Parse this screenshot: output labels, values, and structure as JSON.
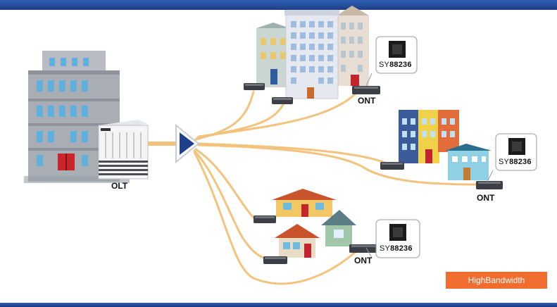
{
  "labels": {
    "olt": "OLT",
    "ont_top": "ONT",
    "ont_mid": "ONT",
    "ont_bottom": "ONT"
  },
  "chips": {
    "top": {
      "prefix": "SY",
      "number": "88236"
    },
    "mid": {
      "prefix": "SY",
      "number": "88236"
    },
    "bottom": {
      "prefix": "SY",
      "number": "88236"
    }
  },
  "badge": {
    "text": "HighBandwidth"
  },
  "colors": {
    "fiber": "#f3c37d",
    "splitter": "#1f3f8f",
    "header": "#2a56a8",
    "badge": "#f06c2f"
  }
}
